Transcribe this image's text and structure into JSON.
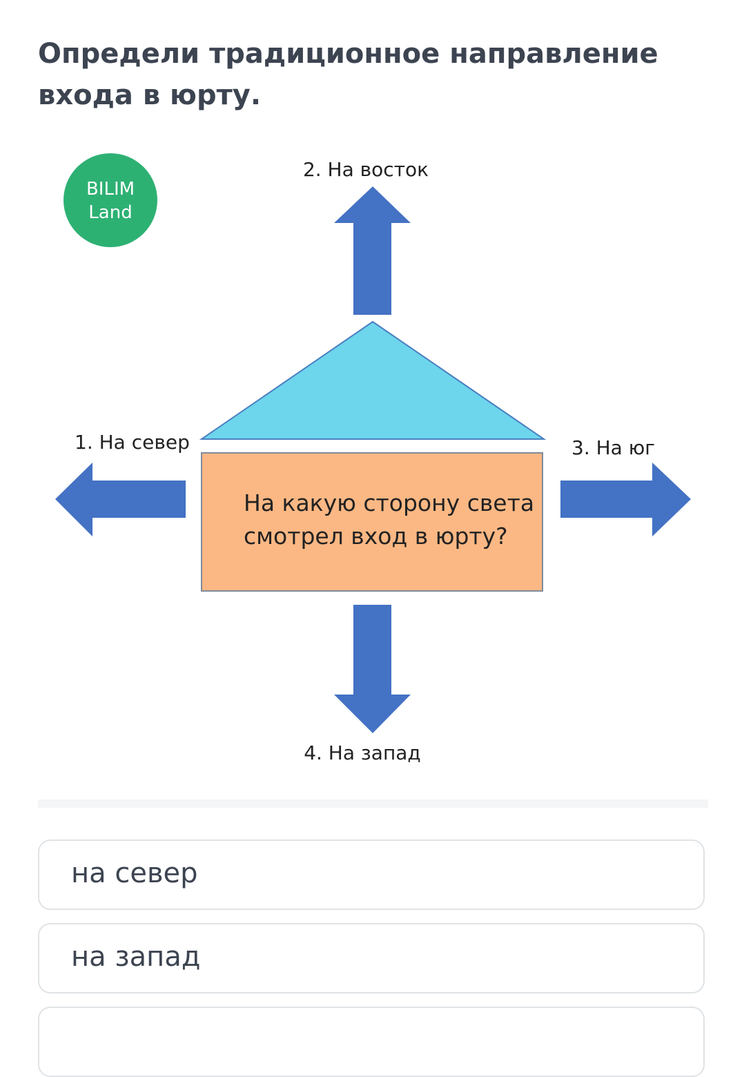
{
  "question": {
    "text": "Определи традиционное направление входа в юрту."
  },
  "figure": {
    "logo": {
      "line1": "BILIM",
      "line2": "Land",
      "color": "#2db173"
    },
    "labels": {
      "north": "1. На север",
      "east": "2. На восток",
      "south": "3. На юг",
      "west": "4. На запад"
    },
    "box_text": {
      "line1": "На какую сторону света",
      "line2": "смотрел вход в юрту?"
    },
    "colors": {
      "arrow": "#4472c4",
      "roof": "#6dd5ec",
      "box": "#fbb884"
    }
  },
  "options": [
    {
      "label": "на север"
    },
    {
      "label": "на запад"
    },
    {
      "label": ""
    }
  ]
}
